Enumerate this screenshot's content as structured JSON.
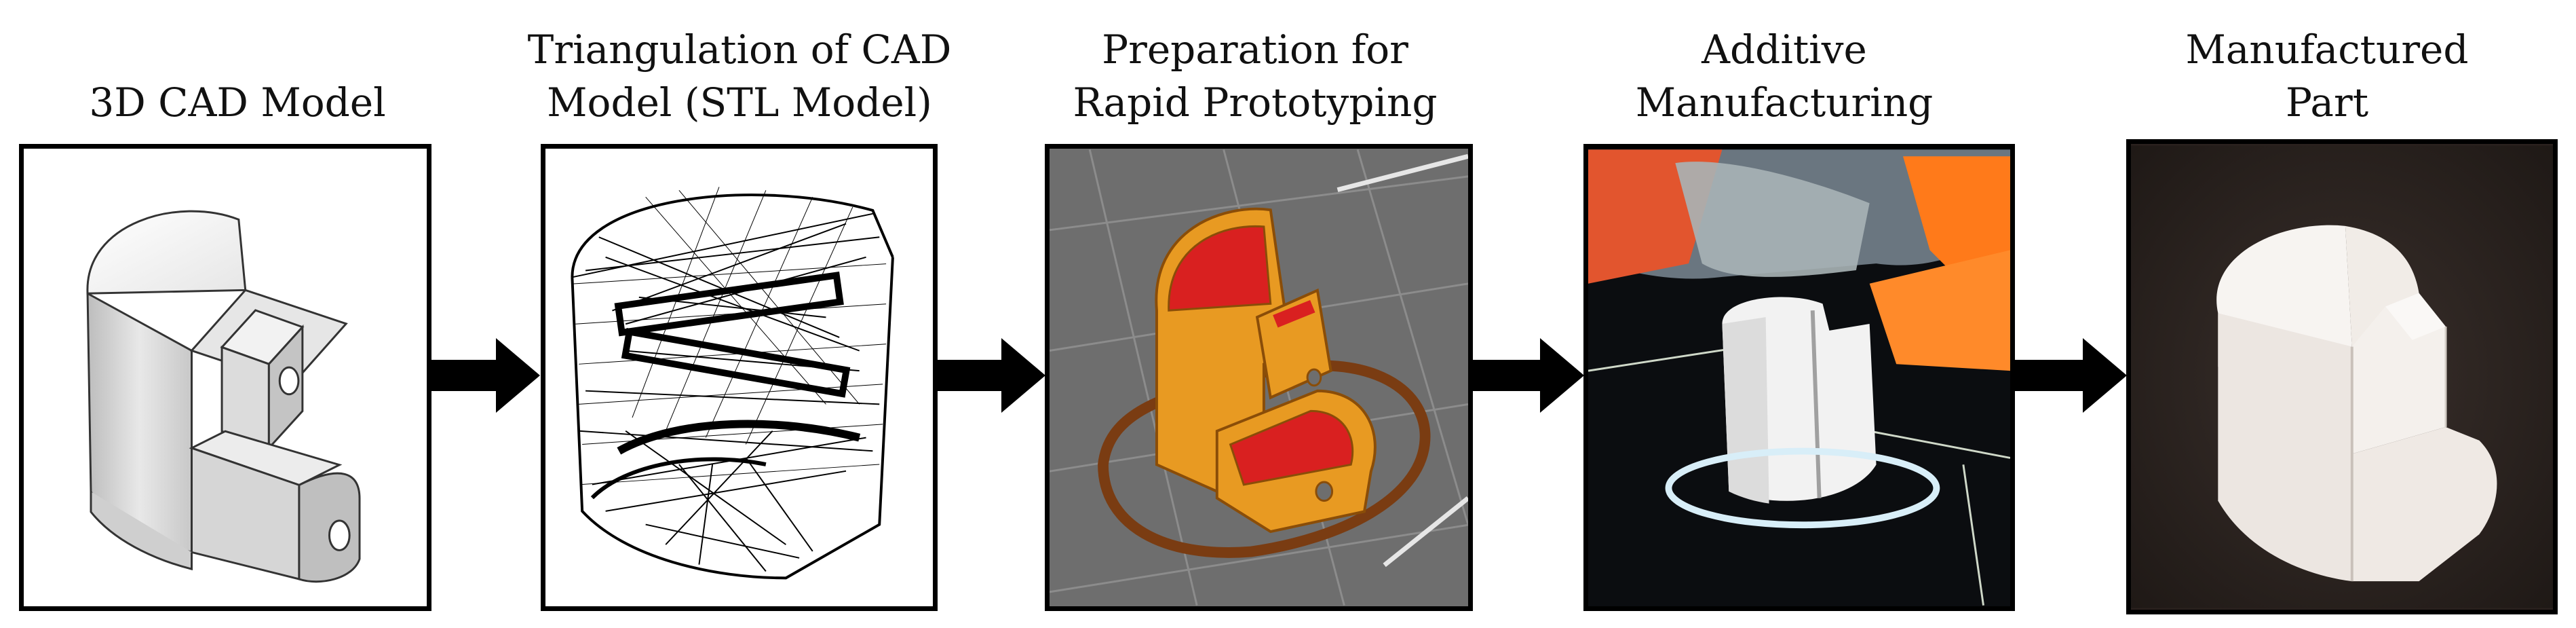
{
  "steps": [
    {
      "label": "3D CAD Model",
      "image": "cad-model-render"
    },
    {
      "label": "Triangulation of CAD\nModel (STL Model)",
      "image": "stl-wireframe"
    },
    {
      "label": "Preparation for\nRapid Prototyping",
      "image": "slicer-preview"
    },
    {
      "label": "Additive\nManufacturing",
      "image": "printing-photo"
    },
    {
      "label": "Manufactured\nPart",
      "image": "printed-part-photo"
    }
  ],
  "colors": {
    "frame": "#000000",
    "arrow": "#000000",
    "cad_part": "#d9d9d9",
    "slicer_bg": "#6e6e6e",
    "slicer_part": "#e89a22",
    "slicer_infill": "#d92020",
    "print_filament": "#f2f2f2",
    "print_bed": "#0b0d10",
    "part_bg": "#2a211e"
  }
}
